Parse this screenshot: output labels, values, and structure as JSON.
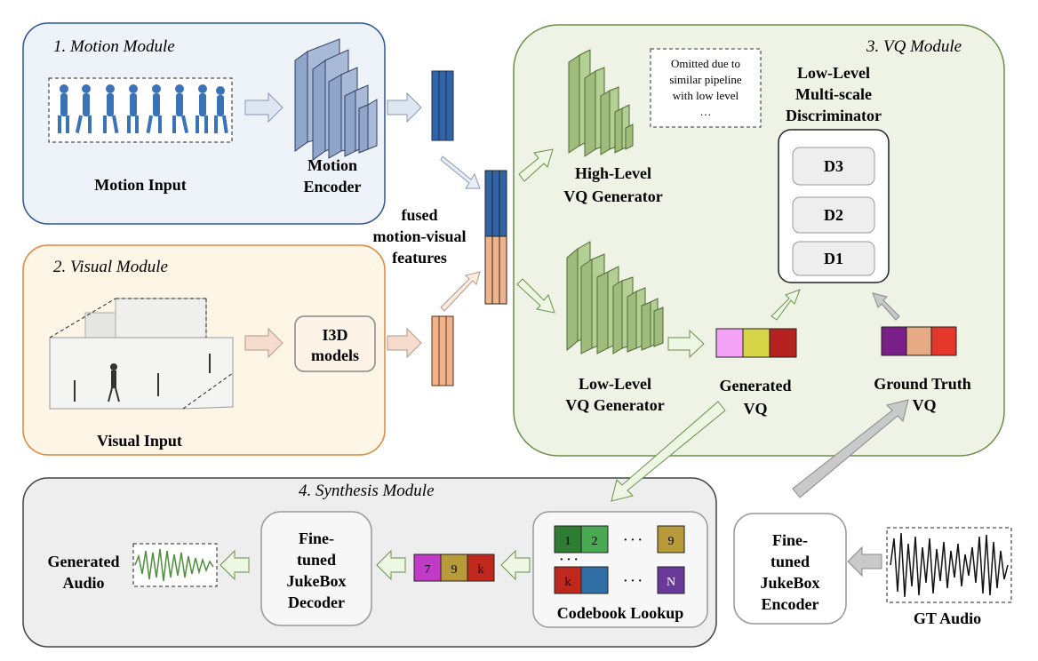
{
  "modules": {
    "motion": {
      "title": "1. Motion Module",
      "input_label": "Motion Input",
      "encoder_label_1": "Motion",
      "encoder_label_2": "Encoder"
    },
    "visual": {
      "title": "2. Visual Module",
      "input_label": "Visual Input",
      "model_label_1": "I3D",
      "model_label_2": "models"
    },
    "vq": {
      "title": "3. VQ Module",
      "high_gen_1": "High-Level",
      "high_gen_2": "VQ Generator",
      "low_gen_1": "Low-Level",
      "low_gen_2": "VQ Generator",
      "omitted_1": "Omitted due to",
      "omitted_2": "similar pipeline",
      "omitted_3": "with low level",
      "omitted_4": "…",
      "disc_1": "Low-Level",
      "disc_2": "Multi-scale",
      "disc_3": "Discriminator",
      "d3": "D3",
      "d2": "D2",
      "d1": "D1",
      "generated_1": "Generated",
      "generated_2": "VQ",
      "gt_1": "Ground Truth",
      "gt_2": "VQ"
    },
    "synthesis": {
      "title": "4. Synthesis Module",
      "generated_audio_1": "Generated",
      "generated_audio_2": "Audio",
      "decoder_1": "Fine-",
      "decoder_2": "tuned",
      "decoder_3": "JukeBox",
      "decoder_4": "Decoder",
      "codes": [
        "7",
        "9",
        "k"
      ],
      "codebook_label": "Codebook Lookup",
      "cb_row1": [
        "1",
        "2",
        "9"
      ],
      "cb_row2": [
        "k",
        "N"
      ],
      "dots": "· · ·",
      "vdots": "· · ·"
    },
    "encoder": {
      "label_1": "Fine-",
      "label_2": "tuned",
      "label_3": "JukeBox",
      "label_4": "Encoder",
      "gt_audio": "GT Audio"
    },
    "fused": {
      "label_1": "fused",
      "label_2": "motion-visual",
      "label_3": "features"
    }
  },
  "colors": {
    "motion_bg": "#eef3f9",
    "motion_border": "#2f5596",
    "visual_bg": "#fdf6e6",
    "visual_border": "#e0873a",
    "vq_bg": "#eef3e6",
    "vq_border": "#6a8f4b",
    "synth_bg": "#eeeeee",
    "synth_border": "#444444",
    "feature_blue": "#3265a8",
    "feature_orange": "#f0b48c",
    "generator_green": "#9fbc7d",
    "encoder_blue": "#8fa5c9",
    "gen_vq": [
      "#f4a3f4",
      "#d6d547",
      "#b5211f"
    ],
    "gt_vq": [
      "#7a1f87",
      "#e7ab86",
      "#e5362b"
    ],
    "code_cells": [
      "#c13bc6",
      "#b99a3a",
      "#c0281e"
    ]
  }
}
